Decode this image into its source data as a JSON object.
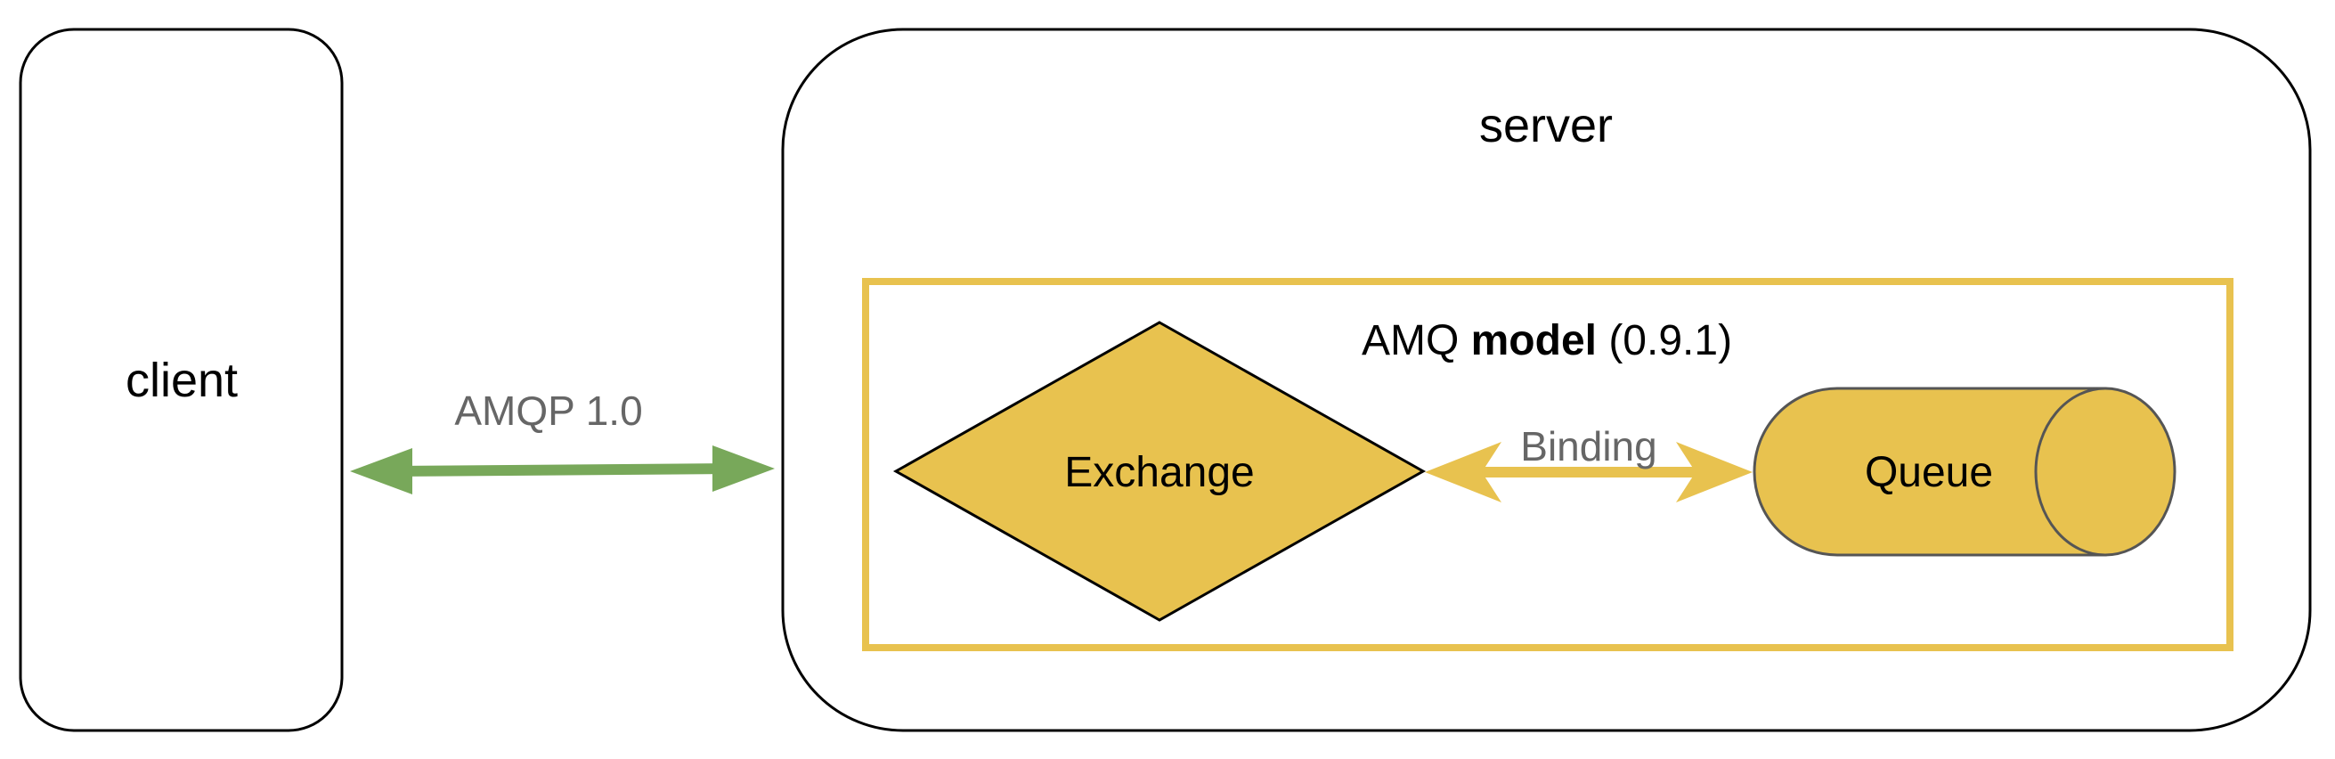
{
  "client": {
    "label": "client"
  },
  "server": {
    "label": "server"
  },
  "model": {
    "prefix": "AMQ ",
    "bold": "model",
    "suffix": " (0.9.1)"
  },
  "exchange": {
    "label": "Exchange"
  },
  "queue": {
    "label": "Queue"
  },
  "protocol_link": {
    "label": "AMQP 1.0"
  },
  "binding": {
    "label": "Binding"
  },
  "colors": {
    "amqp_arrow": "#78a85a",
    "model_gold": "#e8c24f",
    "stroke": "#000000",
    "muted_text": "#666666"
  }
}
